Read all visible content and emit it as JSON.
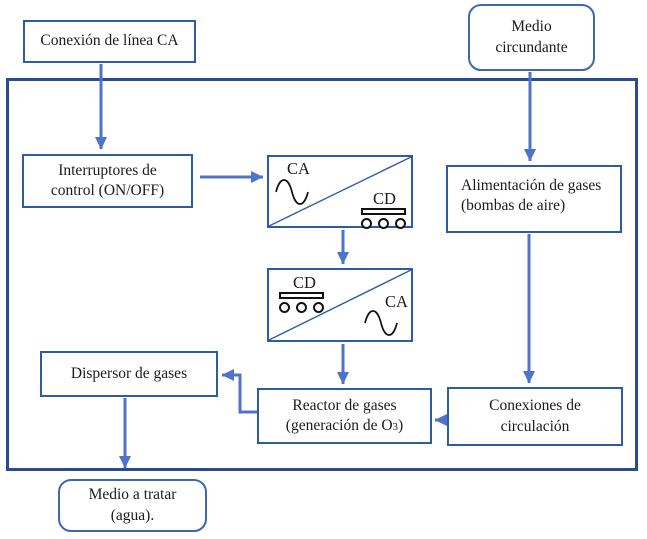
{
  "colors": {
    "box_border": "#2e5ba8",
    "outer_border": "#2b4b8f",
    "rounded_border": "#3d68b1",
    "arrow": "#4d74c9",
    "text": "#1b1b1b",
    "symbol": "#111111",
    "background": "#ffffff"
  },
  "nodes": {
    "conexion_linea": {
      "label": "Conexión de línea CA"
    },
    "medio_circundante": {
      "lines": [
        "Medio",
        "circundante"
      ]
    },
    "interruptores": {
      "lines": [
        "Interruptores de",
        "control (ON/OFF)"
      ]
    },
    "rectificador": {
      "input_label": "CA",
      "output_label": "CD"
    },
    "inversor": {
      "input_label": "CD",
      "output_label": "CA"
    },
    "alimentacion": {
      "lines": [
        "Alimentación de gases",
        "(bombas de aire)"
      ]
    },
    "dispersor": {
      "label": "Dispersor de gases"
    },
    "reactor": {
      "line1": "Reactor de gases",
      "line2_prefix": "(generación de O",
      "line2_sub": "3",
      "line2_suffix": ")"
    },
    "conexiones": {
      "lines": [
        "Conexiones de",
        "circulación"
      ]
    },
    "medio_tratar": {
      "lines": [
        "Medio a tratar",
        "(agua)."
      ]
    }
  },
  "icons": {
    "sine_wave": "sine-wave-icon",
    "dc_source": "dc-source-icon"
  }
}
